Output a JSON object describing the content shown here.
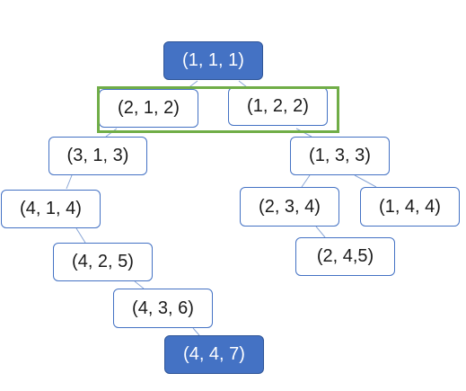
{
  "nodes": {
    "n111": "(1, 1, 1)",
    "n212": "(2, 1, 2)",
    "n122": "(1, 2, 2)",
    "n313": "(3, 1, 3)",
    "n133": "(1, 3, 3)",
    "n414": "(4, 1, 4)",
    "n234": "(2, 3, 4)",
    "n144": "(1, 4, 4)",
    "n245": "(2, 4,5)",
    "n425": "(4, 2, 5)",
    "n436": "(4, 3, 6)",
    "n447": "(4, 4, 7)"
  },
  "colors": {
    "filled_node": "#4472c4",
    "node_border": "#4472c4",
    "highlight": "#70ad47",
    "edge": "#7f9fcf"
  }
}
